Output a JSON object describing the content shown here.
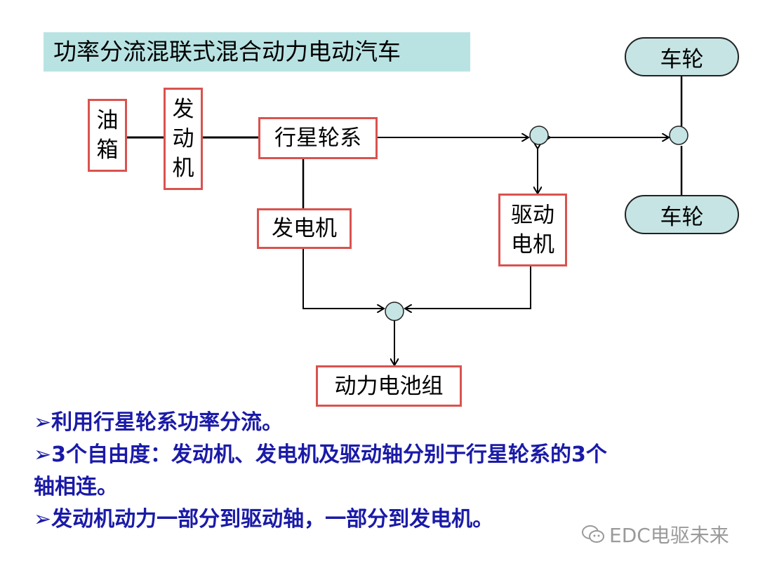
{
  "title": "功率分流混联式混合动力电动汽车",
  "nodes": {
    "fuel_tank": "油\n箱",
    "engine": "发\n动\n机",
    "planetary": "行星轮系",
    "generator": "发电机",
    "drive_motor": "驱动\n电机",
    "battery": "动力电池组",
    "wheel_top": "车轮",
    "wheel_bottom": "车轮"
  },
  "bullets": {
    "b1_marker": "➢",
    "b1": "利用行星轮系功率分流。",
    "b2_marker": "➢",
    "b2_line1": "3个自由度：发动机、发电机及驱动轴分别于行星轮系的3个",
    "b2_line2": "轴相连。",
    "b3_marker": "➢",
    "b3": "发动机动力一部分到驱动轴，一部分到发电机。"
  },
  "watermark": "EDC电驱未来",
  "colors": {
    "title_bg": "#b9e3e3",
    "box_border": "#d9534f",
    "node_fill": "#c6e4e4",
    "bullet_text": "#1a1aa8"
  }
}
